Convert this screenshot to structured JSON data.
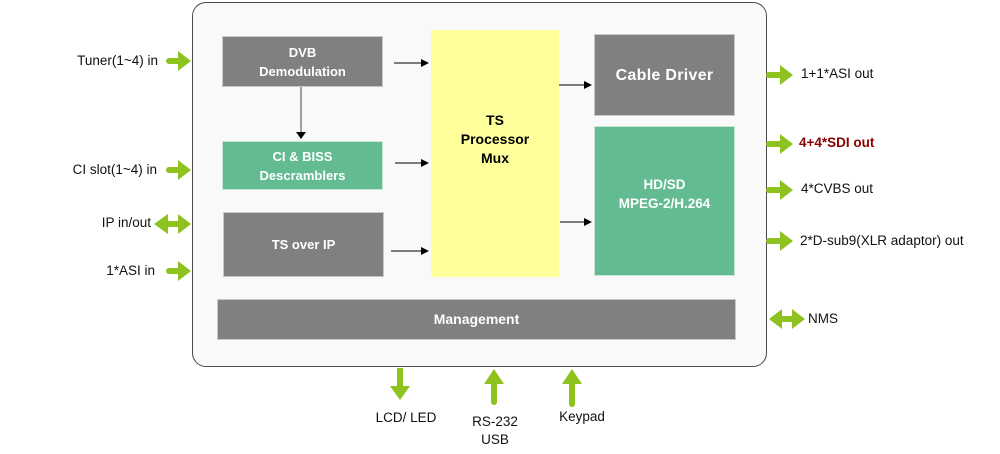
{
  "colors": {
    "arrow_green": "#8dc21f",
    "block_gray": "#808080",
    "block_green": "#62bb91",
    "block_yellow": "#ffff9c",
    "highlight_red": "#8b0000",
    "container_bg": "#f9f9f9"
  },
  "blocks": {
    "dvb": {
      "line1": "DVB",
      "line2": "Demodulation"
    },
    "ci": {
      "line1": "CI & BISS",
      "line2": "Descramblers"
    },
    "tsip": {
      "label": "TS over IP"
    },
    "processor": {
      "line1": "TS",
      "line2": "Processor",
      "line3": "Mux"
    },
    "cable": {
      "label": "Cable Driver"
    },
    "codec": {
      "line1": "HD/SD",
      "line2": "MPEG-2/H.264"
    },
    "management": {
      "label": "Management"
    }
  },
  "inputs": [
    {
      "label": "Tuner(1~4) in",
      "direction": "in"
    },
    {
      "label": "CI slot(1~4) in",
      "direction": "in"
    },
    {
      "label": "IP in/out",
      "direction": "bidirectional"
    },
    {
      "label": "1*ASI in",
      "direction": "in"
    }
  ],
  "outputs": [
    {
      "label": "1+1*ASI out",
      "direction": "out",
      "highlight": false
    },
    {
      "label": "4+4*SDI out",
      "direction": "out",
      "highlight": true
    },
    {
      "label": "4*CVBS out",
      "direction": "out",
      "highlight": false
    },
    {
      "label": "2*D-sub9(XLR adaptor) out",
      "direction": "out",
      "highlight": false
    },
    {
      "label": "NMS",
      "direction": "bidirectional",
      "highlight": false
    }
  ],
  "bottom_ports": [
    {
      "label_line1": "LCD/ LED",
      "direction": "out"
    },
    {
      "label_line1": "RS-232",
      "label_line2": "USB",
      "direction": "in"
    },
    {
      "label_line1": "Keypad",
      "direction": "in"
    }
  ]
}
